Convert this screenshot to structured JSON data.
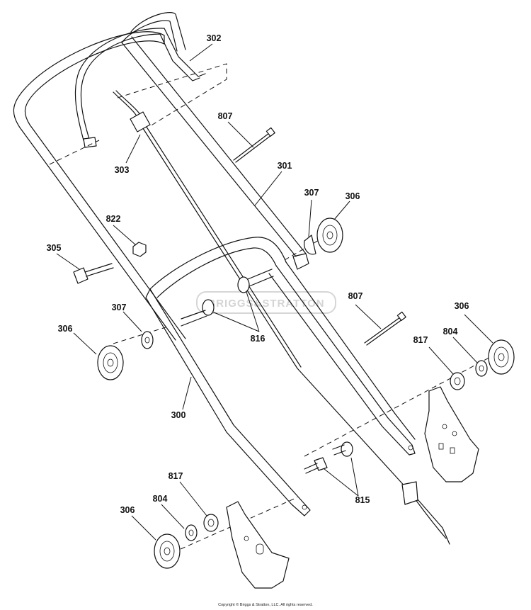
{
  "callouts": [
    {
      "id": "302",
      "label": "302"
    },
    {
      "id": "807a",
      "label": "807"
    },
    {
      "id": "303",
      "label": "303"
    },
    {
      "id": "301",
      "label": "301"
    },
    {
      "id": "307a",
      "label": "307"
    },
    {
      "id": "306a",
      "label": "306"
    },
    {
      "id": "822",
      "label": "822"
    },
    {
      "id": "305",
      "label": "305"
    },
    {
      "id": "807b",
      "label": "807"
    },
    {
      "id": "306b",
      "label": "306"
    },
    {
      "id": "307b",
      "label": "307"
    },
    {
      "id": "816",
      "label": "816"
    },
    {
      "id": "817a",
      "label": "817"
    },
    {
      "id": "804a",
      "label": "804"
    },
    {
      "id": "306c",
      "label": "306"
    },
    {
      "id": "300",
      "label": "300"
    },
    {
      "id": "815",
      "label": "815"
    },
    {
      "id": "817b",
      "label": "817"
    },
    {
      "id": "804b",
      "label": "804"
    },
    {
      "id": "306d",
      "label": "306"
    }
  ],
  "watermark": "BRIGGS&STRATTON",
  "copyright": "Copyright © Briggs & Stratton, LLC. All rights reserved."
}
